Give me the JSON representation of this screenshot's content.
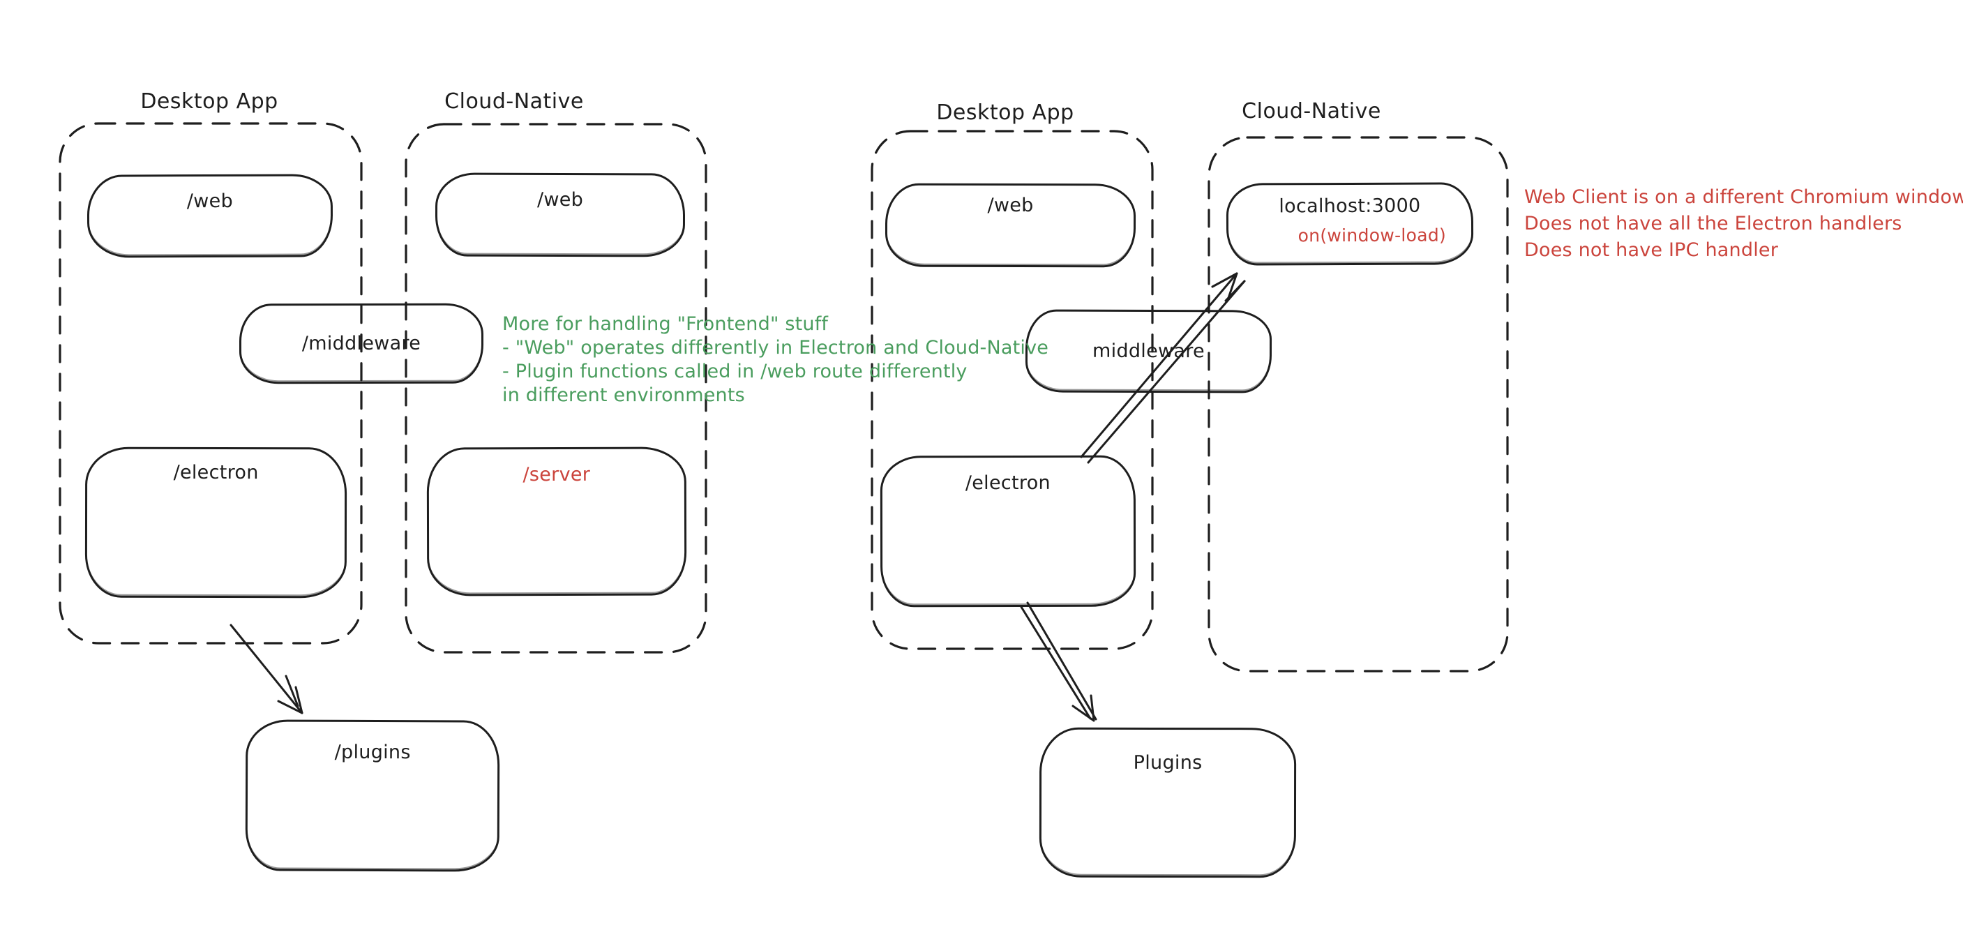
{
  "colors": {
    "bg": "#ffffff",
    "ink": "#1e1e1e",
    "green": "#4a9d5e",
    "red": "#cb443c"
  },
  "left_diagram": {
    "desktop_label": "Desktop App",
    "cloud_label": "Cloud-Native",
    "web_desktop": "/web",
    "web_cloud": "/web",
    "middleware": "/middleware",
    "electron": "/electron",
    "server": "/server",
    "plugins": "/plugins"
  },
  "right_diagram": {
    "desktop_label": "Desktop App",
    "cloud_label": "Cloud-Native",
    "web": "/web",
    "localhost": "localhost:3000",
    "on_window_load": "on(window-load)",
    "middleware": "middleware",
    "electron": "/electron",
    "plugins": "Plugins"
  },
  "notes": {
    "green": {
      "color": "#4a9d5e",
      "lines": [
        "More for handling \"Frontend\" stuff",
        "- \"Web\" operates differently in Electron and Cloud-Native",
        "- Plugin functions called in /web route differently",
        "in different environments"
      ]
    },
    "red": {
      "color": "#cb443c",
      "lines": [
        "Web Client is on a different Chromium window",
        "Does not have all the Electron handlers",
        "Does not have IPC handler"
      ]
    }
  }
}
